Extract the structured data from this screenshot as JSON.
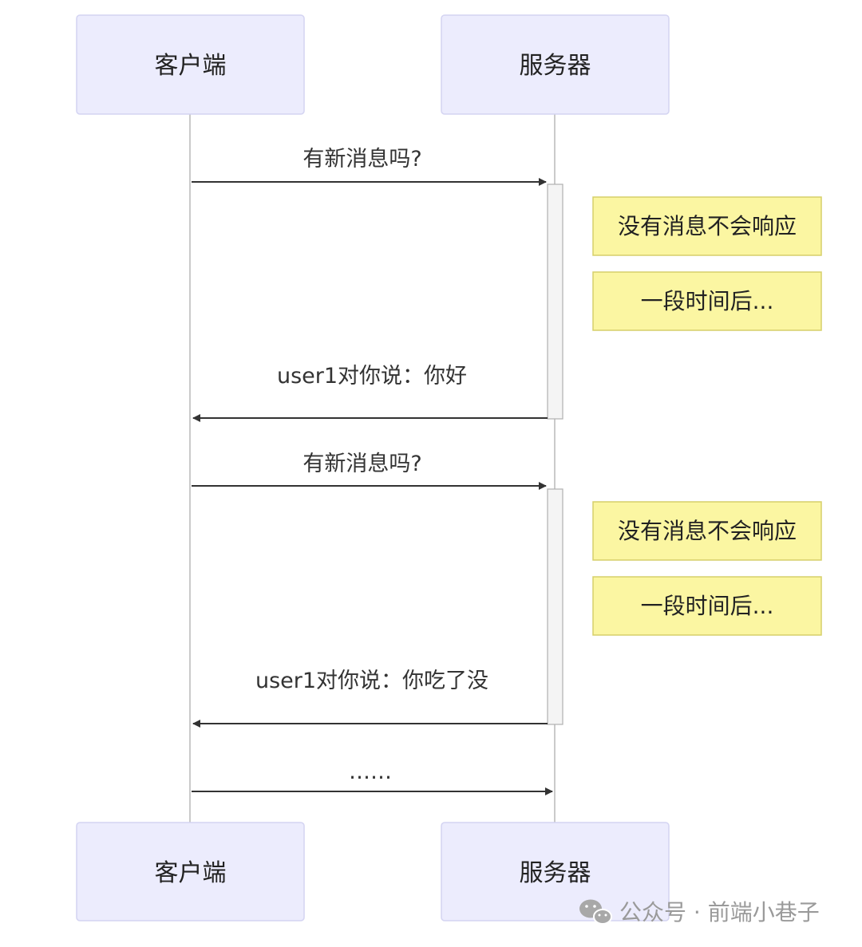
{
  "participants": [
    {
      "id": "client",
      "label": "客户端"
    },
    {
      "id": "server",
      "label": "服务器"
    }
  ],
  "messages": [
    {
      "from": "client",
      "to": "server",
      "label": "有新消息吗?"
    },
    {
      "from": "server",
      "to": "client",
      "label": "user1对你说：你好"
    },
    {
      "from": "client",
      "to": "server",
      "label": "有新消息吗?"
    },
    {
      "from": "server",
      "to": "client",
      "label": "user1对你说：你吃了没"
    },
    {
      "from": "client",
      "to": "server",
      "label": "……"
    }
  ],
  "notes": [
    {
      "text": "没有消息不会响应"
    },
    {
      "text": "一段时间后..."
    },
    {
      "text": "没有消息不会响应"
    },
    {
      "text": "一段时间后..."
    }
  ],
  "watermark": {
    "icon": "wechat-icon",
    "text": "公众号 · 前端小巷子"
  },
  "colors": {
    "actor_fill": "#ececfd",
    "actor_stroke": "#d4d4f2",
    "note_fill": "#fbf6a2",
    "note_stroke": "#d6cf6a",
    "lifeline": "#b8b8b8",
    "arrow": "#333333"
  }
}
